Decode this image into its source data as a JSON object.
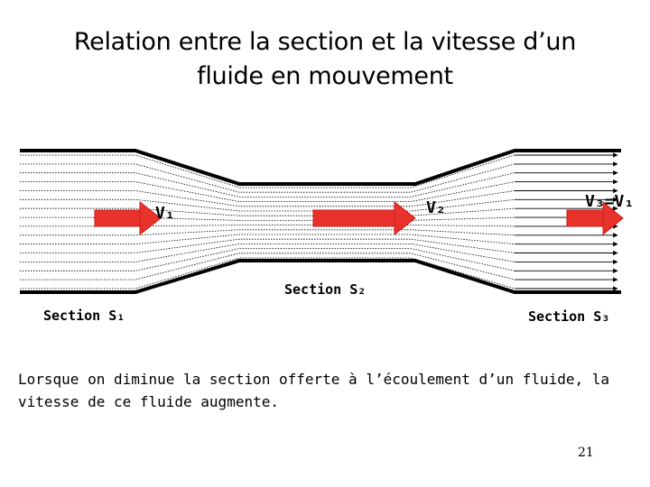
{
  "slide": {
    "title_line1": "Relation entre la section et la vitesse d’un",
    "title_line2": "fluide en mouvement",
    "caption_line1": "Lorsque on diminue la section offerte à l’écoulement d’un fluide, la",
    "caption_line2": "vitesse de ce fluide augmente.",
    "page_number": "21"
  },
  "diagram": {
    "labels": {
      "v1": "V₁",
      "v2": "V₂",
      "v3": "V₃=V₁",
      "section_s1": "Section S₁",
      "section_s2": "Section S₂",
      "section_s3": "Section S₃"
    },
    "colors": {
      "arrow": "#e8322b",
      "arrow_edge": "#c81e18",
      "wall": "#000000",
      "streamline": "#000000"
    }
  }
}
